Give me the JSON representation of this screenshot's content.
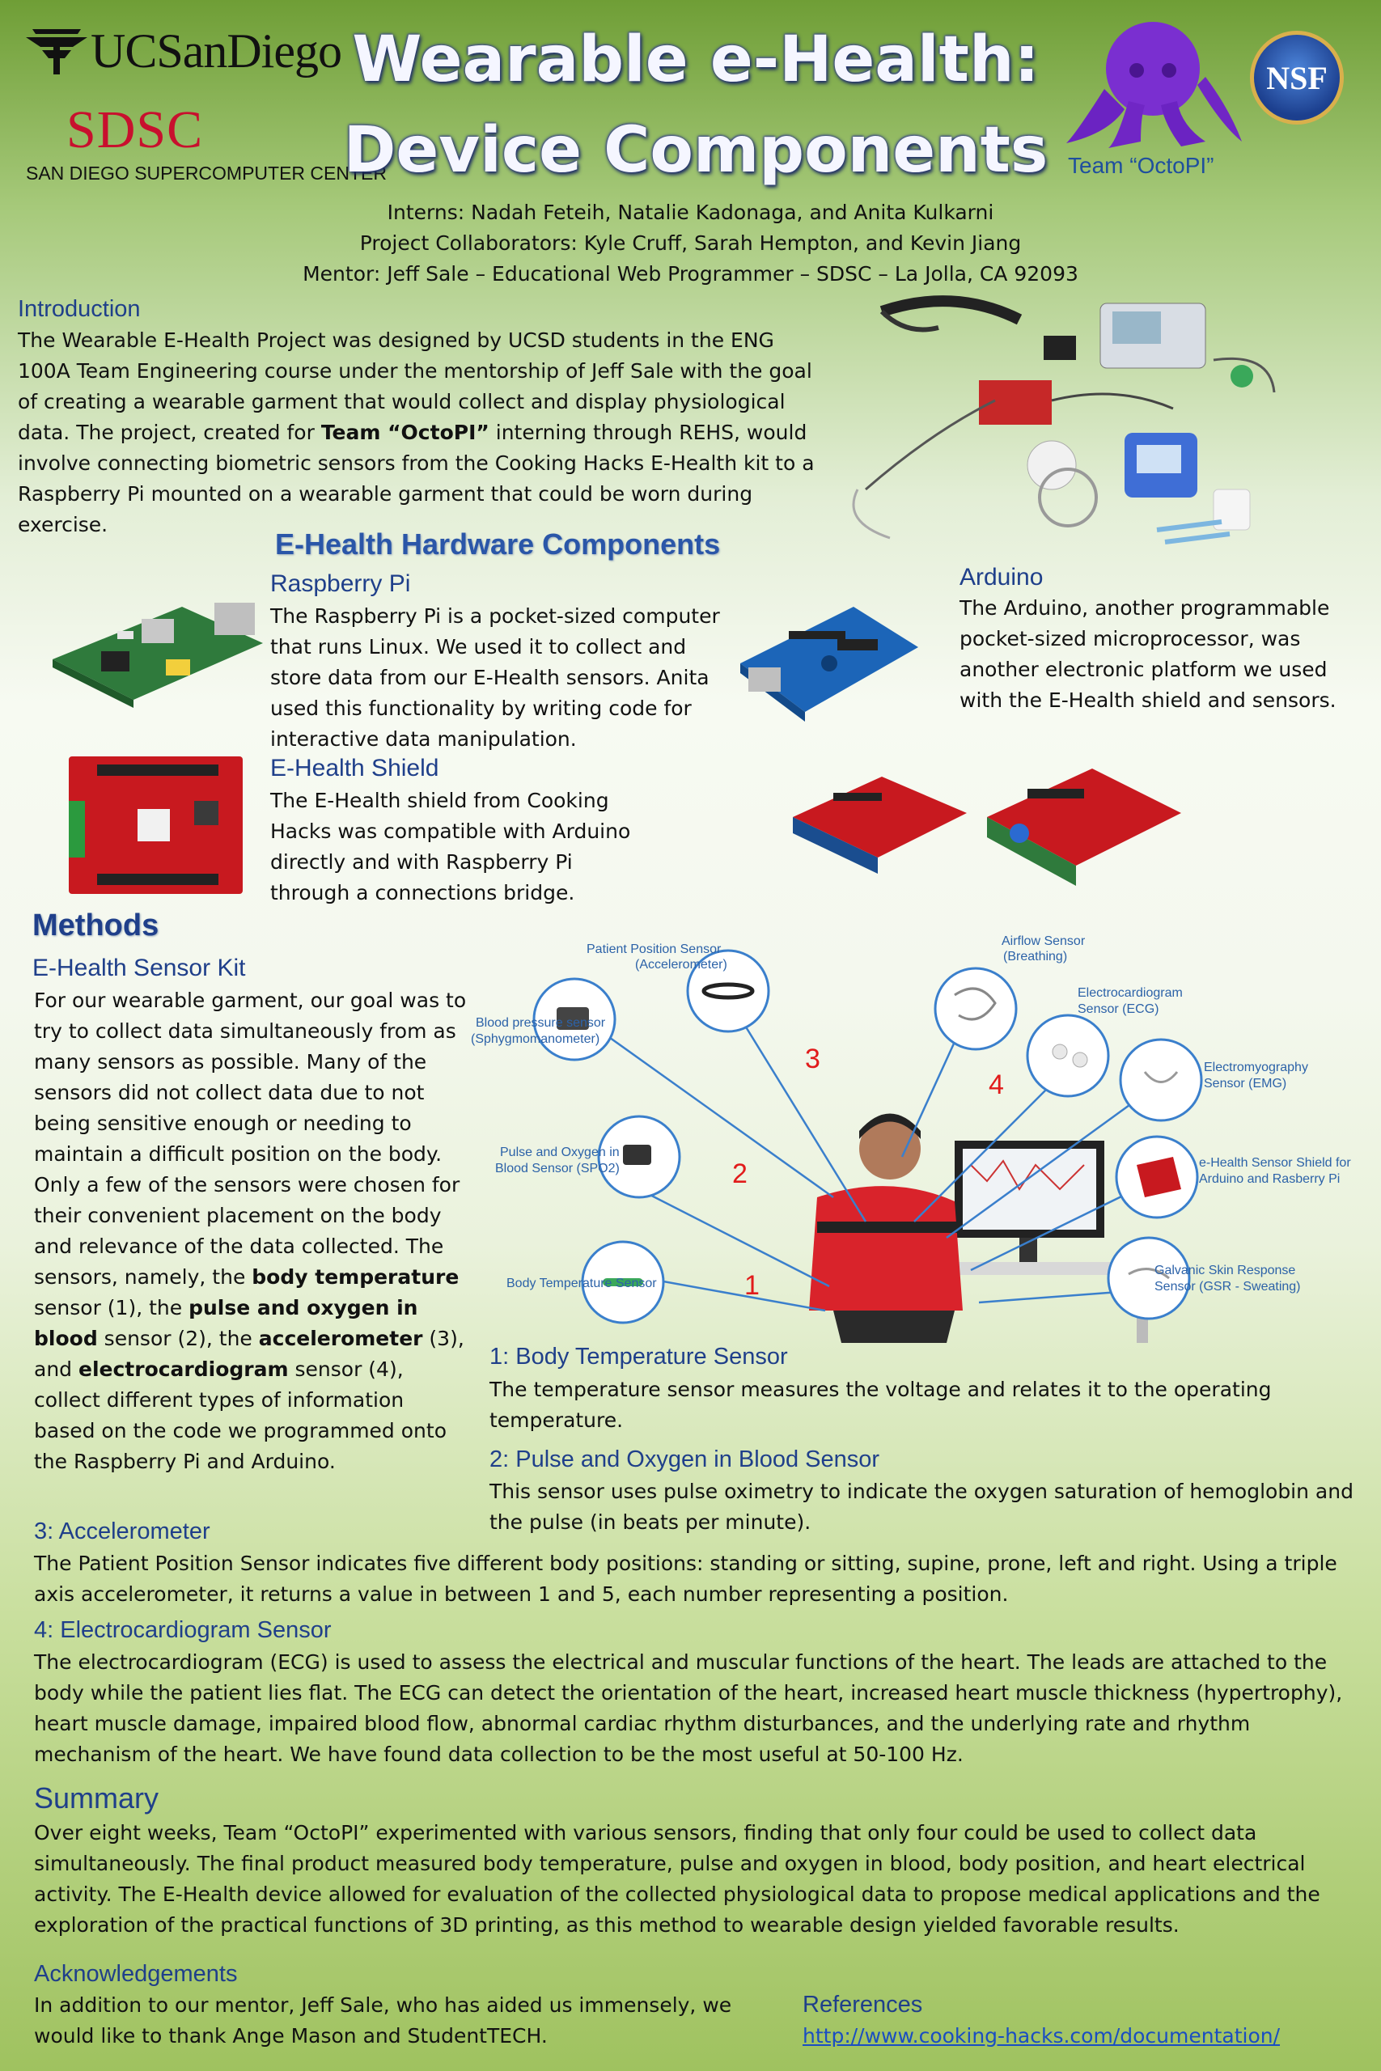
{
  "header": {
    "ucsd_logo": "UCSanDiego",
    "sdsc_logo": "SDSC",
    "sdsc_full": "SAN DIEGO SUPERCOMPUTER CENTER",
    "title_line1": "Wearable e-Health:",
    "title_line2": "Device Components",
    "team_label": "Team “OctoPI”",
    "nsf_logo": "NSF",
    "interns": "Interns: Nadah Feteih, Natalie Kadonaga, and Anita Kulkarni",
    "collaborators": "Project Collaborators: Kyle Cruff, Sarah Hempton, and Kevin Jiang",
    "mentor": "Mentor: Jeff Sale – Educational Web Programmer – SDSC – La Jolla, CA 92093"
  },
  "introduction": {
    "heading": "Introduction",
    "text_a": " The Wearable E-Health Project was designed by UCSD students in the ENG 100A Team Engineering course under the mentorship of Jeff Sale  with the goal of creating a wearable garment that would collect and display physiological data. The project, created for ",
    "text_bold": "Team “OctoPI”",
    "text_b": " interning through REHS, would involve connecting biometric sensors from the Cooking Hacks E-Health kit to a Raspberry Pi mounted on a wearable garment that could be worn during exercise."
  },
  "hardware": {
    "heading": "E-Health Hardware Components",
    "rpi_heading": "Raspberry Pi",
    "rpi_text": "The Raspberry Pi is a pocket-sized computer that runs Linux. We used it to collect and store data from our E-Health sensors. Anita used this functionality by writing code for interactive data manipulation.",
    "shield_heading": "E-Health Shield",
    "shield_text": "The E-Health shield from Cooking Hacks was compatible with Arduino directly and with Raspberry Pi through a connections bridge.",
    "arduino_heading": "Arduino",
    "arduino_text": "The Arduino, another programmable pocket-sized microprocessor, was another electronic platform we used with the E-Health shield and sensors."
  },
  "methods": {
    "heading": "Methods",
    "kit_heading": "E-Health Sensor Kit",
    "kit_a": "For our wearable garment, our goal was to try to collect data simultaneously from as many sensors as possible. Many of the sensors did not collect data due to not being sensitive enough or needing to maintain a difficult position on the body. Only a few of the sensors were chosen for their convenient placement on the body and relevance of the data collected. The sensors, namely, the ",
    "kit_b1": "body temperature",
    "kit_c": " sensor (1), the ",
    "kit_b2": "pulse and oxygen in blood",
    "kit_d": " sensor (2), the ",
    "kit_b3": "accelerometer",
    "kit_e": " (3), and ",
    "kit_b4": "electrocardiogram",
    "kit_f": " sensor (4), collect different types of information based on the code we programmed onto the Raspberry Pi and Arduino.",
    "s1_heading": "1: Body Temperature Sensor",
    "s1_text": "The temperature sensor measures the voltage and relates it to the operating temperature.",
    "s2_heading": "2: Pulse and Oxygen in Blood Sensor",
    "s2_text": "This sensor uses pulse oximetry to indicate the oxygen saturation of hemoglobin and the pulse (in beats per minute).",
    "s3_heading": "3: Accelerometer",
    "s3_text": "The Patient Position Sensor indicates five different body positions: standing or sitting, supine, prone, left and right. Using a triple axis accelerometer, it returns a value in between 1 and 5, each number representing a position.",
    "s4_heading": "4: Electrocardiogram Sensor",
    "s4_text": "The electrocardiogram (ECG) is used to assess the electrical and muscular functions of the heart. The leads are attached to the body while the patient lies flat. The ECG can detect the orientation of the heart, increased heart muscle thickness (hypertrophy), heart muscle damage, impaired blood flow, abnormal cardiac rhythm disturbances, and the underlying rate and rhythm mechanism of the heart. We have found data collection to be the most useful at 50-100 Hz."
  },
  "diagram": {
    "patient_position_1": "Patient Position Sensor",
    "patient_position_2": "(Accelerometer)",
    "airflow_1": "Airflow Sensor",
    "airflow_2": "(Breathing)",
    "bp_1": "Blood pressure sensor",
    "bp_2": "(Sphygmomanometer)",
    "ecg_1": "Electrocardiogram",
    "ecg_2": "Sensor (ECG)",
    "emg_1": "Electromyography",
    "emg_2": "Sensor (EMG)",
    "spo2_1": "Pulse and Oxygen in",
    "spo2_2": "Blood Sensor (SPO2)",
    "shield_1": "e-Health Sensor Shield for",
    "shield_2": "Arduino and Rasberry Pi",
    "gsr_1": "Galvanic   Skin   Response",
    "gsr_2": "Sensor (GSR - Sweating)",
    "temp": "Body Temperature Sensor",
    "n1": "1",
    "n2": "2",
    "n3": "3",
    "n4": "4"
  },
  "summary": {
    "heading": "Summary",
    "text": "Over eight weeks, Team “OctoPI” experimented with various sensors, finding that only four could be used to collect data simultaneously. The final product measured body temperature, pulse and oxygen in blood, body position, and heart electrical activity. The E-Health device allowed for evaluation of the collected physiological data to propose medical applications and the exploration of the practical functions of 3D printing, as this method to wearable design yielded favorable results."
  },
  "acknowledgements": {
    "heading": "Acknowledgements",
    "text": "In addition to our mentor, Jeff Sale, who has aided us immensely, we would like to thank Ange Mason and StudentTECH."
  },
  "references": {
    "heading": "References",
    "link": "http://www.cooking-hacks.com/documentation/"
  }
}
